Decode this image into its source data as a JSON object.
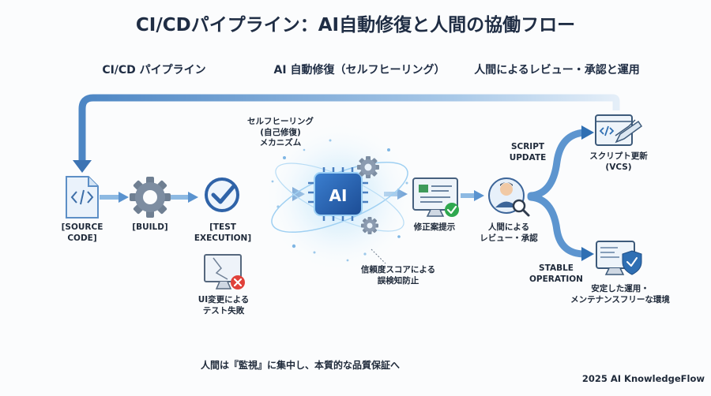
{
  "title": "CI/CDパイプライン：AI自動修復と人間の協働フロー",
  "sections": {
    "pipeline": "CI/CD パイプライン",
    "ai_repair": "AI 自動修復（セルフヒーリング）",
    "human": "人間によるレビュー・承認と運用"
  },
  "nodes": {
    "source_code": "[SOURCE\nCODE]",
    "build": "[BUILD]",
    "test_execution": "[TEST\nEXECUTION]",
    "ui_failure": "UI変更による\nテスト失敗",
    "ai_chip": "AI",
    "self_healing": "セルフヒーリング\n(自己修復)\nメカニズム",
    "confidence": "信頼度スコアによる\n誤検知防止",
    "proposal": "修正案提示",
    "review": "人間による\nレビュー・承認",
    "script_update_branch": "SCRIPT\nUPDATE",
    "script_update_result": "スクリプト更新\n(VCS)",
    "stable_branch": "STABLE\nOPERATION",
    "stable_result": "安定した運用・\nメンテナンスフリーな環境"
  },
  "footer": "人間は『監視』に集中し、本質的な品質保証へ",
  "brand": "2025 AI KnowledgeFlow",
  "colors": {
    "accent": "#2f6fb3",
    "arrow": "#7fb0dc",
    "success": "#2fa84f",
    "error": "#e0413a",
    "text": "#1f2d44"
  }
}
